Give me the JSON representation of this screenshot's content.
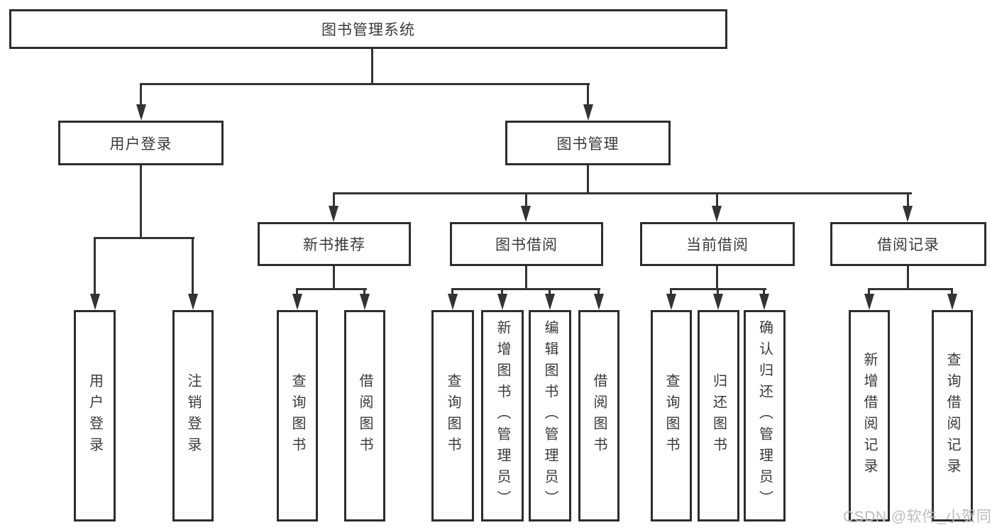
{
  "diagram": {
    "title": "图书管理系统",
    "colors": {
      "background": "#ffffff",
      "line": "#333333",
      "box_border": "#2d2d2d",
      "text": "#3a3a3a",
      "watermark": "#b9bdc3"
    },
    "nodes": {
      "root": {
        "label": "图书管理系统"
      },
      "branches": [
        {
          "label": "用户登录"
        },
        {
          "label": "图书管理"
        }
      ],
      "sections": [
        {
          "label": "新书推荐"
        },
        {
          "label": "图书借阅"
        },
        {
          "label": "当前借阅"
        },
        {
          "label": "借阅记录"
        }
      ],
      "leaves": [
        {
          "label": "用户登录"
        },
        {
          "label": "注销登录"
        },
        {
          "label": "查询图书"
        },
        {
          "label": "借阅图书"
        },
        {
          "label": "查询图书"
        },
        {
          "label": "新增图书（管理员）"
        },
        {
          "label": "编辑图书（管理员）"
        },
        {
          "label": "借阅图书"
        },
        {
          "label": "查询图书"
        },
        {
          "label": "归还图书"
        },
        {
          "label": "确认归还（管理员）"
        },
        {
          "label": "新增借阅记录"
        },
        {
          "label": "查询借阅记录"
        }
      ]
    },
    "watermark": "CSDN @软件_小贺同学"
  }
}
